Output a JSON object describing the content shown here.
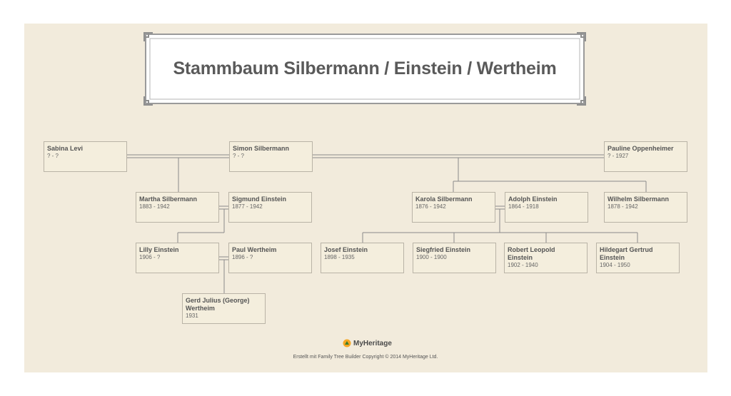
{
  "title": "Stammbaum Silbermann / Einstein / Wertheim",
  "people": {
    "sabina_levi": {
      "name": "Sabina Levi",
      "dates": "? - ?"
    },
    "simon_silbermann": {
      "name": "Simon Silbermann",
      "dates": "? - ?"
    },
    "pauline_oppenheimer": {
      "name": "Pauline Oppenheimer",
      "dates": "? - 1927"
    },
    "martha_silbermann": {
      "name": "Martha Silbermann",
      "dates": "1883 - 1942"
    },
    "sigmund_einstein": {
      "name": "Sigmund Einstein",
      "dates": "1877 - 1942"
    },
    "karola_silbermann": {
      "name": "Karola Silbermann",
      "dates": "1876 - 1942"
    },
    "adolph_einstein": {
      "name": "Adolph Einstein",
      "dates": "1864 - 1918"
    },
    "wilhelm_silbermann": {
      "name": "Wilhelm Silbermann",
      "dates": "1878 - 1942"
    },
    "lilly_einstein": {
      "name": "Lilly Einstein",
      "dates": "1906 - ?"
    },
    "paul_wertheim": {
      "name": "Paul Wertheim",
      "dates": "1896 - ?"
    },
    "josef_einstein": {
      "name": "Josef Einstein",
      "dates": "1898 - 1935"
    },
    "siegfried_einstein": {
      "name": "Siegfried Einstein",
      "dates": "1900 - 1900"
    },
    "robert_leopold_einstein": {
      "name": "Robert Leopold Einstein",
      "dates": "1902 - 1940"
    },
    "hildegart_gertrud_einstein": {
      "name": "Hildegart Gertrud Einstein",
      "dates": "1904 - 1950"
    },
    "gerd_julius_wertheim": {
      "name": "Gerd Julius (George) Wertheim",
      "dates": "1931"
    }
  },
  "logo": {
    "text": "MyHeritage",
    "icon": "myheritage-logo-icon",
    "color": "#f5a623"
  },
  "footer": "Erstellt mit Family Tree Builder Copyright © 2014 MyHeritage Ltd.",
  "colors": {
    "background": "#f2ebdc",
    "box_border": "#b9b3a6",
    "line": "#8a8a8a"
  }
}
